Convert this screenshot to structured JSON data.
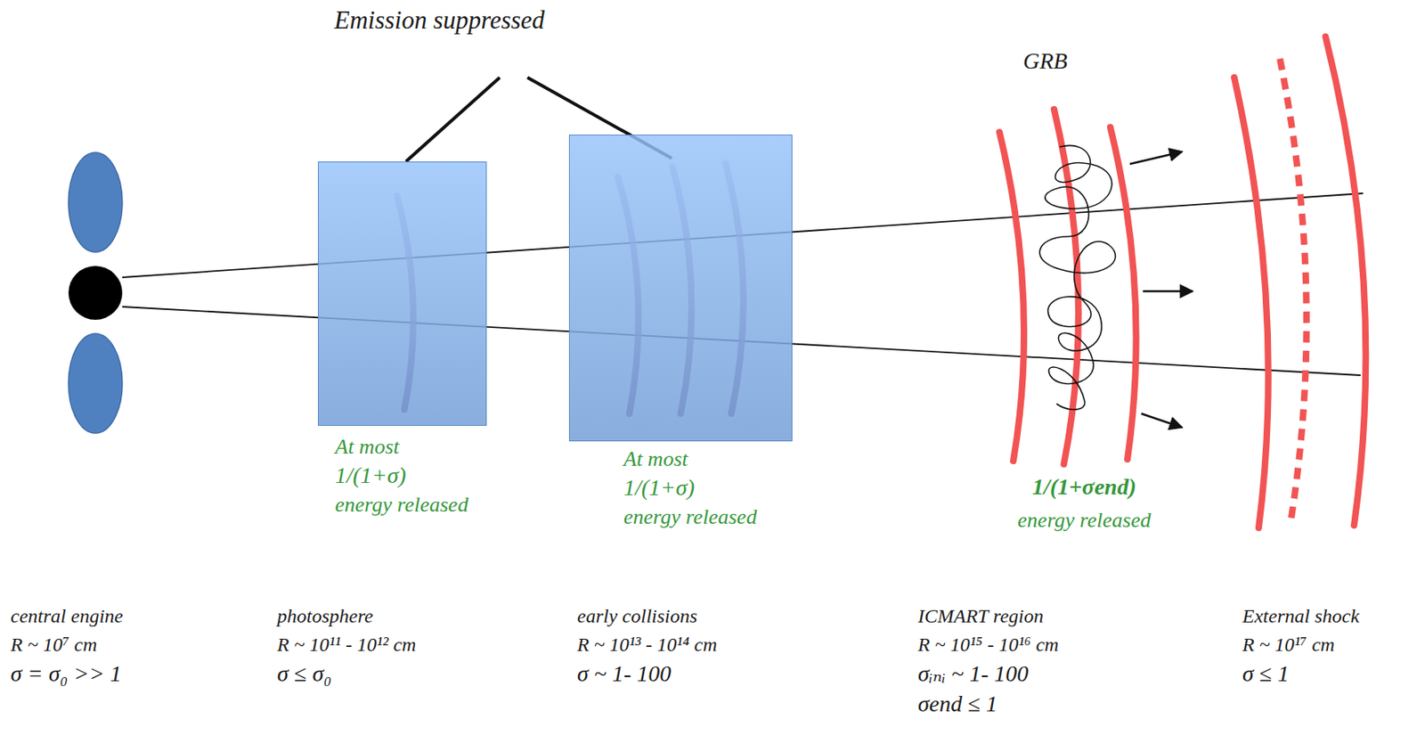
{
  "diagram": {
    "nodes": [
      {
        "text": [
          "At most",
          "1/(1+σ)",
          "energy released"
        ]
      },
      {
        "text": [
          "At most",
          "1/(1+σ)",
          "energy released"
        ]
      }
    ],
    "labels": [
      "Emission suppressed",
      "GRB",
      "1/(1+σend)",
      "energy released",
      "central engine",
      "R ~ 10⁷ cm",
      "σ = σ₀ >> 1",
      "photosphere",
      "R ~ 10¹¹ - 10¹² cm",
      "σ ≤ σ₀",
      "early collisions",
      "R ~ 10¹³ - 10¹⁴ cm",
      "σ ~ 1- 100",
      "ICMART region",
      "R ~ 10¹⁵ - 10¹⁶ cm",
      "σᵢₙᵢ ~ 1- 100",
      "σend ≤ 1",
      "External shock",
      "R ~ 10¹⁷ cm",
      "σ ≤ 1"
    ]
  }
}
